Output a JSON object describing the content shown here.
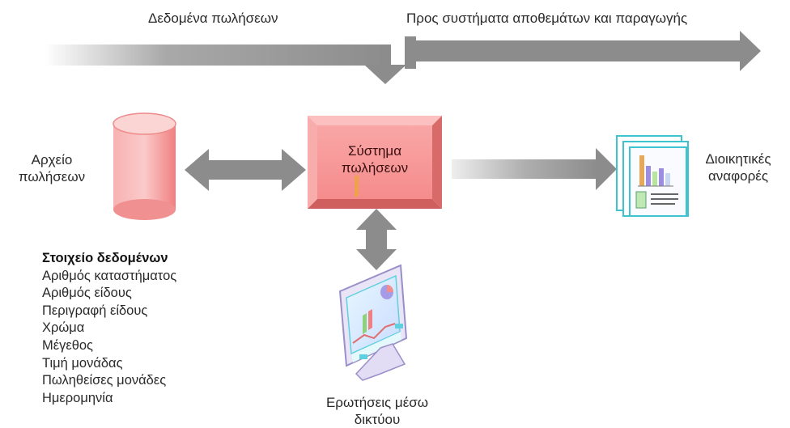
{
  "top": {
    "sales_data_label": "Δεδομένα πωλήσεων",
    "to_systems_label": "Προς συστήματα αποθεμάτων και παραγωγής"
  },
  "sales_file_label": "Αρχείο\nπωλήσεων",
  "sales_system_label": "Σύστημα\nπωλήσεων",
  "reports_label": "Διοικητικές\nαναφορές",
  "web_queries_label": "Ερωτήσεις μέσω\nδικτύου",
  "data_elements": {
    "header": "Στοιχείο δεδομένων",
    "items": [
      "Αριθμός καταστήματος",
      "Αριθμός είδους",
      "Περιγραφή είδους",
      "Χρώμα",
      "Μέγεθος",
      "Τιμή μονάδας",
      "Πωληθείσες μονάδες",
      "Ημερομηνία"
    ]
  },
  "colors": {
    "arrow_gray": "#8c8c8c",
    "box_red": "#f47a7a",
    "cylinder_red": "#f4a0a0",
    "report_teal": "#3fc3cf"
  }
}
